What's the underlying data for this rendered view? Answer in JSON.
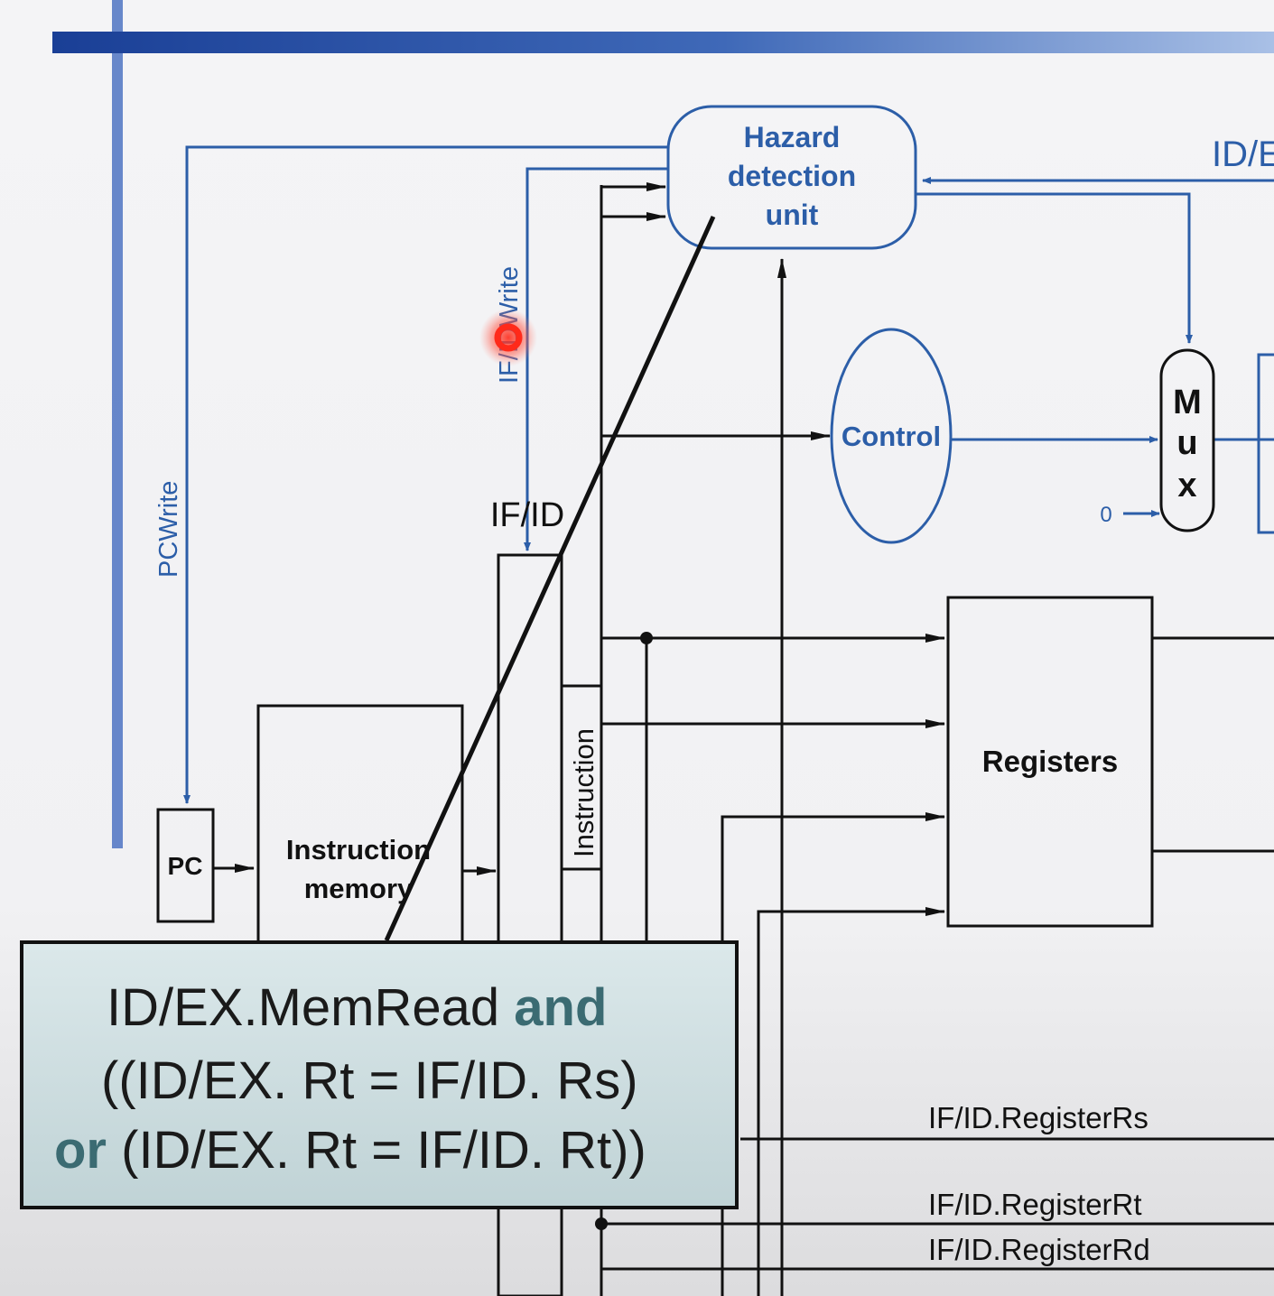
{
  "slide": {
    "colors": {
      "blue": "#2c5ea8",
      "black": "#111111",
      "header_bar_start": "#1a3f96",
      "header_bar_end": "#a9c0e6",
      "callout_bg": "#c9dbdd",
      "keyword": "#3b6b72"
    }
  },
  "diagram": {
    "hazard_unit": {
      "line1": "Hazard",
      "line2": "detection",
      "line3": "unit"
    },
    "control": "Control",
    "mux": {
      "m": "M",
      "u": "u",
      "x": "x"
    },
    "mux_zero": "0",
    "registers": "Registers",
    "pc": "PC",
    "instr_mem": {
      "line1": "Instruction",
      "line2": "memory"
    },
    "if_id": "IF/ID",
    "instruction_label": "Instruction",
    "pcwrite": "PCWrite",
    "ifidwrite": "IF/IDWrite",
    "id_ex_partial": "ID/E",
    "reg_rs": "IF/ID.RegisterRs",
    "reg_rt": "IF/ID.RegisterRt",
    "reg_rd": "IF/ID.RegisterRd"
  },
  "callout": {
    "l1_text": "ID/EX.MemRead",
    "l1_kw": "and",
    "l2_text": "((ID/EX. Rt = IF/ID. Rs)",
    "l3_kw": "or",
    "l3_text": "(ID/EX. Rt = IF/ID. Rt))"
  }
}
